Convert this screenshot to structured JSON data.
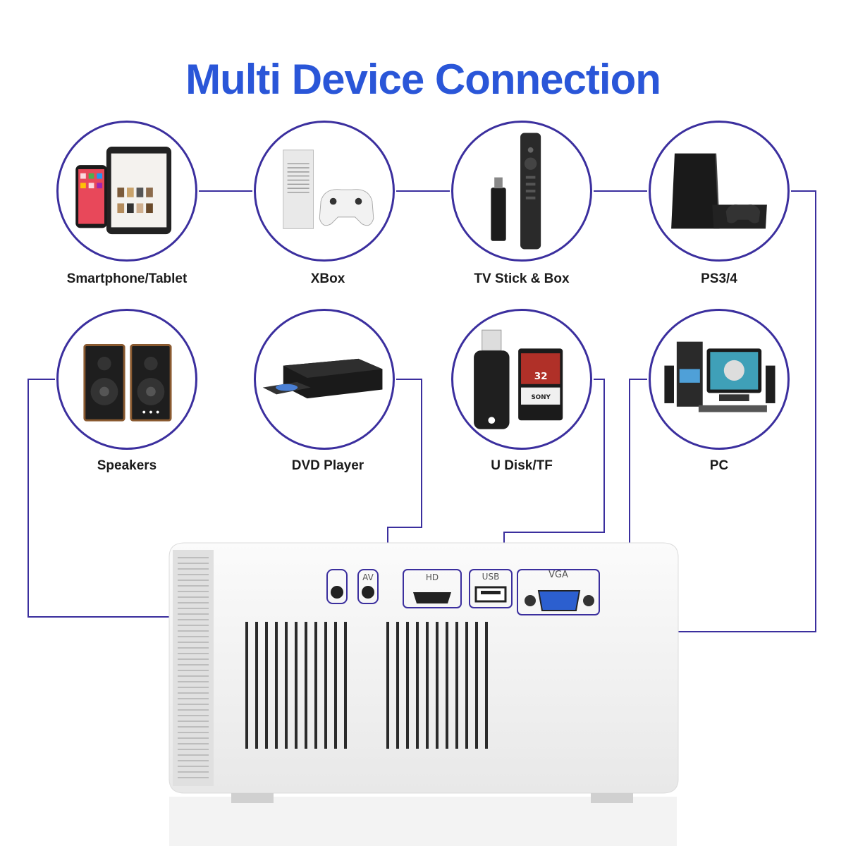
{
  "title": "Multi Device Connection",
  "devices": [
    {
      "label": "Smartphone/Tablet",
      "icon": "smartphone-tablet-icon"
    },
    {
      "label": "XBox",
      "icon": "xbox-console-icon"
    },
    {
      "label": "TV Stick & Box",
      "icon": "tv-stick-remote-icon"
    },
    {
      "label": "PS3/4",
      "icon": "ps-console-icon"
    },
    {
      "label": "Speakers",
      "icon": "speakers-icon"
    },
    {
      "label": "DVD Player",
      "icon": "dvd-player-icon"
    },
    {
      "label": "U Disk/TF",
      "icon": "usb-sd-card-icon"
    },
    {
      "label": "PC",
      "icon": "desktop-pc-icon"
    }
  ],
  "ports": {
    "audio": "",
    "av": "AV",
    "hdmi": "HD",
    "usb": "USB",
    "vga": "VGA"
  },
  "colors": {
    "title": "#2a56d8",
    "wire": "#3b2f9e",
    "circle_border": "#3b2f9e"
  }
}
